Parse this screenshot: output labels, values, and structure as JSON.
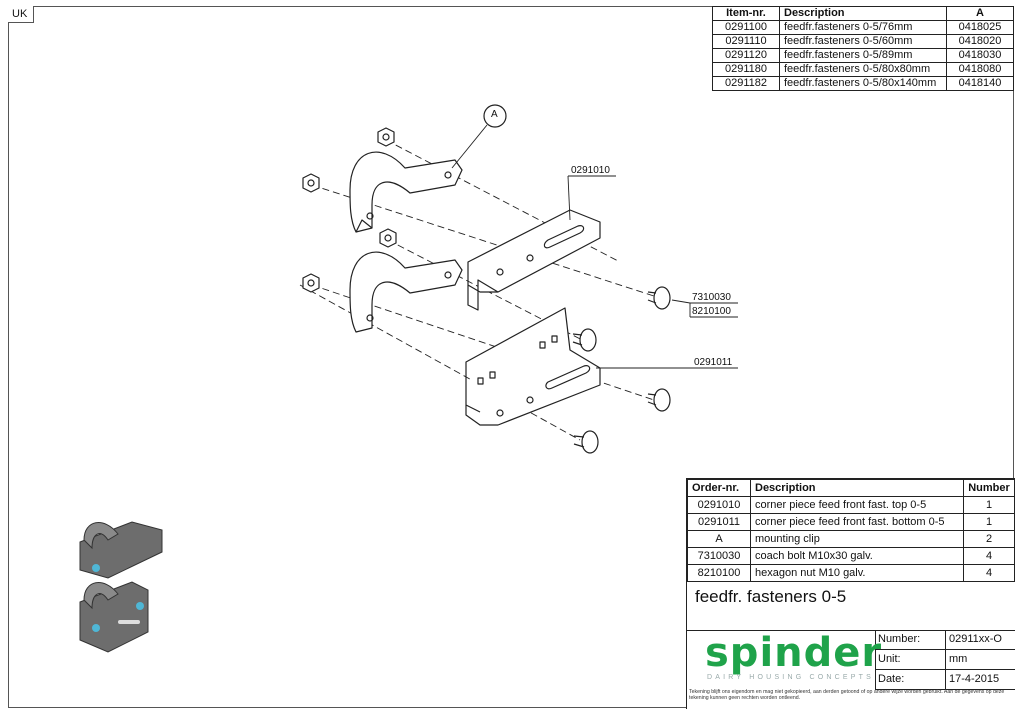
{
  "lang": "UK",
  "item_table": {
    "headers": [
      "Item-nr.",
      "Description",
      "A"
    ],
    "rows": [
      [
        "0291100",
        "feedfr.fasteners 0-5/76mm",
        "0418025"
      ],
      [
        "0291110",
        "feedfr.fasteners 0-5/60mm",
        "0418020"
      ],
      [
        "0291120",
        "feedfr.fasteners 0-5/89mm",
        "0418030"
      ],
      [
        "0291180",
        "feedfr.fasteners 0-5/80x80mm",
        "0418080"
      ],
      [
        "0291182",
        "feedfr.fasteners 0-5/80x140mm",
        "0418140"
      ]
    ]
  },
  "callouts": {
    "a": "A",
    "top_piece": "0291010",
    "bolt": "7310030",
    "nut": "8210100",
    "bottom_piece": "0291011"
  },
  "order_table": {
    "headers": [
      "Order-nr.",
      "Description",
      "Number"
    ],
    "rows": [
      [
        "0291010",
        "corner piece feed front fast. top 0-5",
        "1"
      ],
      [
        "0291011",
        "corner piece feed front fast. bottom 0-5",
        "1"
      ],
      [
        "A",
        "mounting clip",
        "2"
      ],
      [
        "7310030",
        "coach bolt M10x30 galv.",
        "4"
      ],
      [
        "8210100",
        "hexagon nut M10 galv.",
        "4"
      ]
    ]
  },
  "drawing_title": "feedfr. fasteners 0-5",
  "logo": {
    "word": "spinder",
    "tagline": "DAIRY HOUSING CONCEPTS",
    "color": "#1fa34a"
  },
  "meta": {
    "number_label": "Number:",
    "number_value": "02911xx-O",
    "unit_label": "Unit:",
    "unit_value": "mm",
    "date_label": "Date:",
    "date_value": "17-4-2015"
  },
  "fine_print": "Tekening blijft ons eigendom en mag niet gekopieerd, aan derden getoond of op andere wijze worden gebruikt. Aan de gegevens op deze tekening  kunnen geen rechten worden ontleend."
}
